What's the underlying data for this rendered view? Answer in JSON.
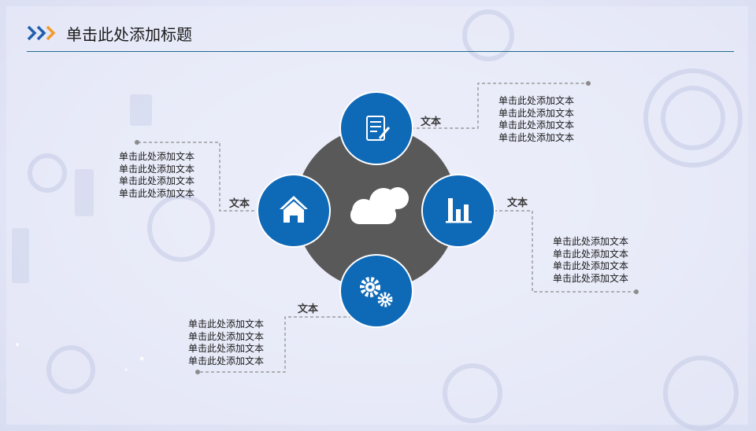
{
  "title": "单击此处添加标题",
  "colors": {
    "accent_blue": "#0e69b7",
    "center_gray": "#595959",
    "arrow_orange": "#f29a2e",
    "arrow_blue": "#1f5fae",
    "title_line": "#1f6c8c"
  },
  "center": {
    "icon": "cloud-icon"
  },
  "nodes": [
    {
      "id": "top",
      "icon": "document-edit-icon",
      "label": "文本",
      "text": [
        "单击此处添加文本",
        "单击此处添加文本",
        "单击此处添加文本",
        "单击此处添加文本"
      ]
    },
    {
      "id": "right",
      "icon": "bar-chart-icon",
      "label": "文本",
      "text": [
        "单击此处添加文本",
        "单击此处添加文本",
        "单击此处添加文本",
        "单击此处添加文本"
      ]
    },
    {
      "id": "left",
      "icon": "home-icon",
      "label": "文本",
      "text": [
        "单击此处添加文本",
        "单击此处添加文本",
        "单击此处添加文本",
        "单击此处添加文本"
      ]
    },
    {
      "id": "bottom",
      "icon": "gears-icon",
      "label": "文本",
      "text": [
        "单击此处添加文本",
        "单击此处添加文本",
        "单击此处添加文本",
        "单击此处添加文本"
      ]
    }
  ]
}
